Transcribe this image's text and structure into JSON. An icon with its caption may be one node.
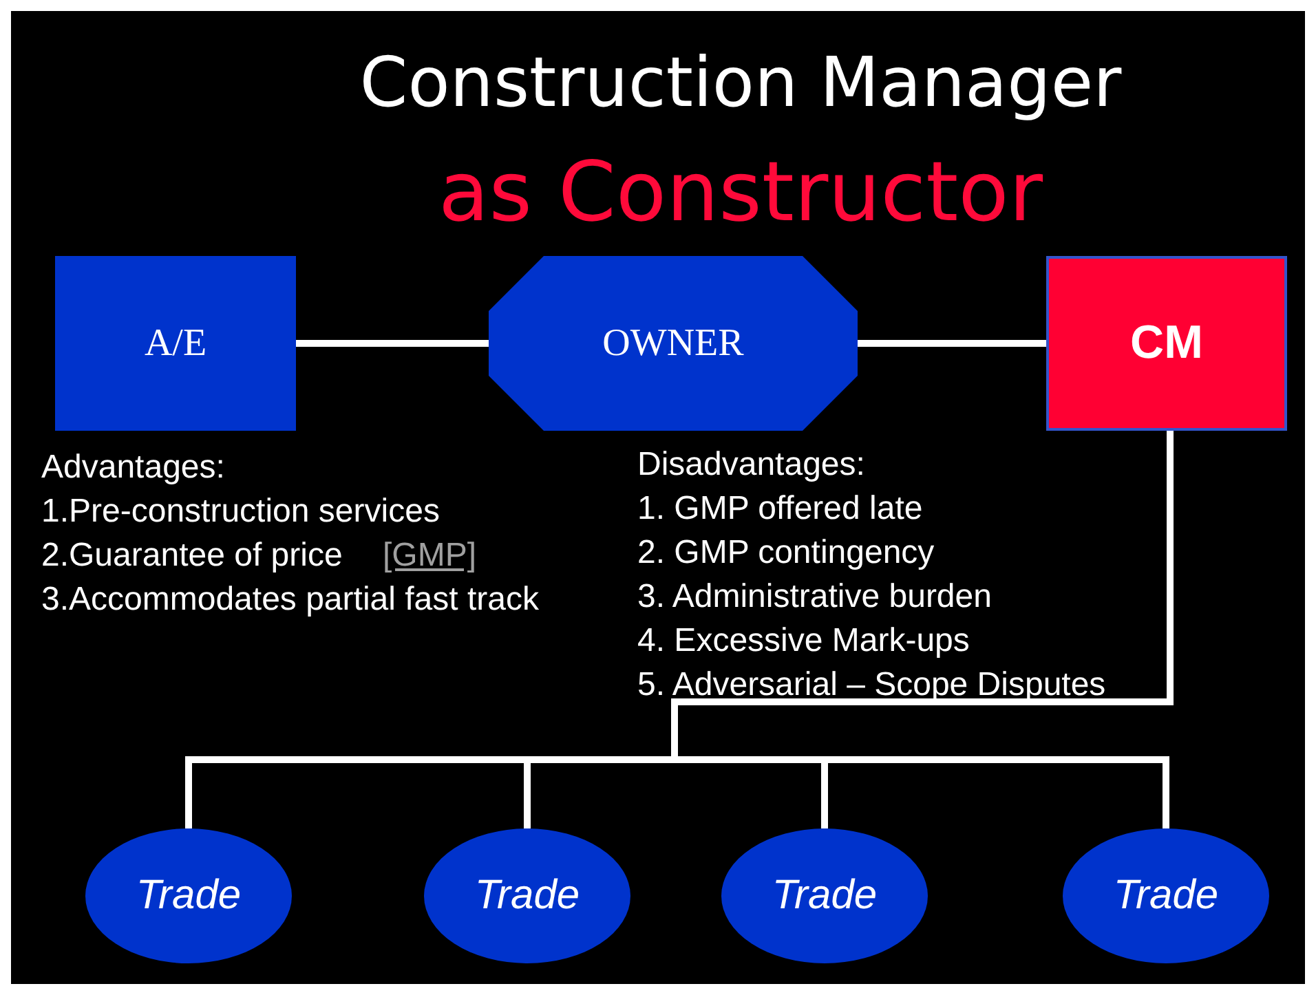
{
  "diagram": {
    "title": "Construction Manager as Constructor",
    "nodes": [
      {
        "text": [
          "A/E"
        ]
      },
      {
        "text": [
          "OWNER"
        ]
      },
      {
        "text": [
          "CM"
        ]
      },
      {
        "text": [
          "Trade"
        ]
      },
      {
        "text": [
          "Trade"
        ]
      },
      {
        "text": [
          "Trade"
        ]
      },
      {
        "text": [
          "Trade"
        ]
      }
    ],
    "edges": [
      {
        "from": 0,
        "to": 1,
        "arrow": "none"
      },
      {
        "from": 1,
        "to": 2,
        "arrow": "none"
      },
      {
        "from": 2,
        "to": 3,
        "arrow": "none"
      },
      {
        "from": 2,
        "to": 4,
        "arrow": "none"
      },
      {
        "from": 2,
        "to": 5,
        "arrow": "none"
      },
      {
        "from": 2,
        "to": 6,
        "arrow": "none"
      }
    ],
    "labels": [
      "Advantages:",
      "1.Pre-construction services",
      "2.Guarantee of price",
      "[GMP]",
      "3.Accommodates partial fast track",
      "Disadvantages:",
      "1. GMP offered late",
      "2. GMP contingency",
      "3. Administrative burden",
      "4. Excessive Mark-ups",
      "5. Adversarial – Scope Disputes"
    ]
  }
}
